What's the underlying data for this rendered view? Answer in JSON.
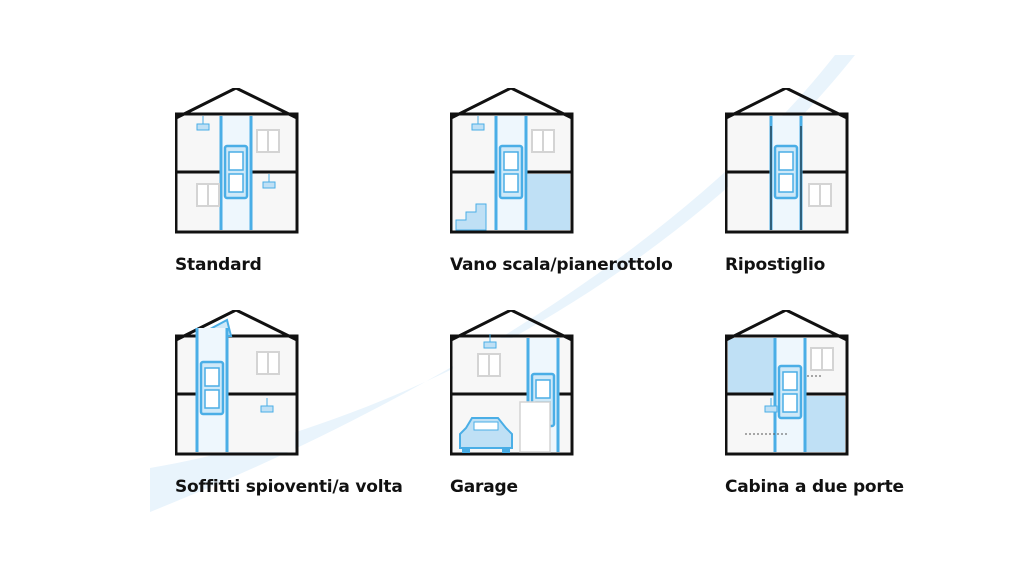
{
  "colors": {
    "outline": "#111111",
    "shaft": "#4aaee6",
    "shaft_fill": "#cfe9f8",
    "light_fill": "#bfe0f5",
    "room_fill": "#f7f7f7",
    "window": "#d4d4d4",
    "swoosh": "#e9f4fc",
    "storage": "#d9d9d9"
  },
  "panels": [
    {
      "label": "Standard",
      "variant": "standard"
    },
    {
      "label": "Vano scala/pianerottolo",
      "variant": "stairwell"
    },
    {
      "label": "Ripostiglio",
      "variant": "closet"
    },
    {
      "label": "Soffitti spioventi/a volta",
      "variant": "sloped"
    },
    {
      "label": "Garage",
      "variant": "garage"
    },
    {
      "label": "Cabina a due porte",
      "variant": "twodoor"
    }
  ]
}
